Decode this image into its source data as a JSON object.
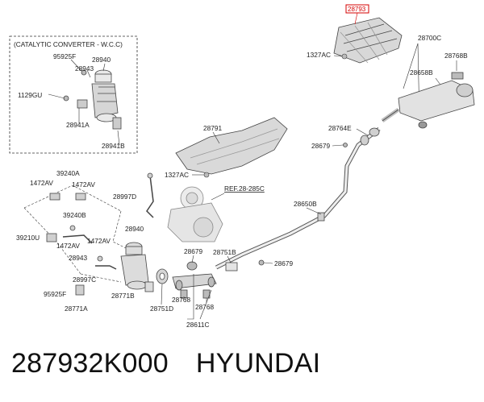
{
  "diagram": {
    "catalytic_box_title": "(CATALYTIC CONVERTER - W.C.C)",
    "labels": {
      "p95925F_top": "95925F",
      "p28940_top": "28940",
      "p28943_top": "28943",
      "p1129GU": "1129GU",
      "p28941A": "28941A",
      "p28941B": "28941B",
      "p28793": "28793",
      "p1327AC_top": "1327AC",
      "p28700C": "28700C",
      "p28768B": "28768B",
      "p28658B": "28658B",
      "p28791": "28791",
      "p28764E": "28764E",
      "p28679_right": "28679",
      "p1327AC_mid": "1327AC",
      "p39240A": "39240A",
      "p1472AV_a": "1472AV",
      "p1472AV_b": "1472AV",
      "p28997D": "28997D",
      "pREF": "REF.28-285C",
      "p28650B": "28650B",
      "p39240B": "39240B",
      "p39210U": "39210U",
      "p1472AV_c": "1472AV",
      "p1472AV_d": "1472AV",
      "p28940_bot": "28940",
      "p28679_mid": "28679",
      "p28751B": "28751B",
      "p28679_low": "28679",
      "p28943_bot": "28943",
      "p28997C": "28997C",
      "p95925F_bot": "95925F",
      "p28771B": "28771B",
      "p28768_a": "28768",
      "p28751D": "28751D",
      "p28768_b": "28768",
      "p28771A": "28771A",
      "p28611C": "28611C"
    },
    "highlight_color": "#d40000"
  },
  "footer": {
    "part_number": "287932K000",
    "brand": "HYUNDAI"
  }
}
